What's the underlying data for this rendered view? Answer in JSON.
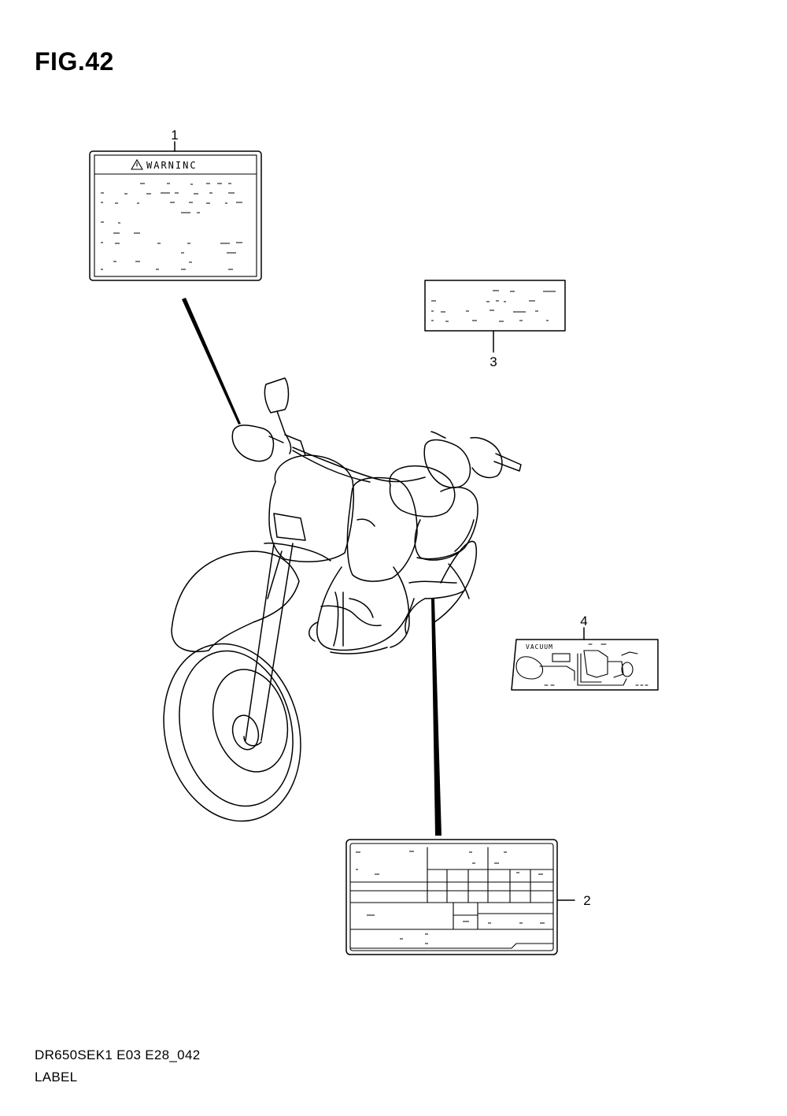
{
  "figure": {
    "title": "FIG.42",
    "code": "DR650SEK1 E03 E28_042",
    "name": "LABEL"
  },
  "callouts": [
    {
      "id": "1",
      "label": "1"
    },
    {
      "id": "2",
      "label": "2"
    },
    {
      "id": "3",
      "label": "3"
    },
    {
      "id": "4",
      "label": "4"
    }
  ],
  "labels": {
    "warning_heading": "WARNINC",
    "vacuum_heading": "VACUUM"
  },
  "icons": {
    "warning": "warning-triangle-icon"
  }
}
